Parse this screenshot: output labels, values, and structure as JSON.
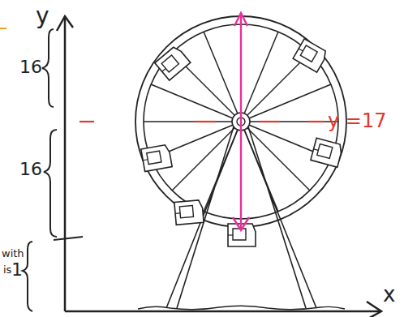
{
  "diagram": {
    "labels": [
      "y",
      "x",
      "16",
      "16",
      "1",
      "y =17",
      "with",
      "is"
    ]
  }
}
